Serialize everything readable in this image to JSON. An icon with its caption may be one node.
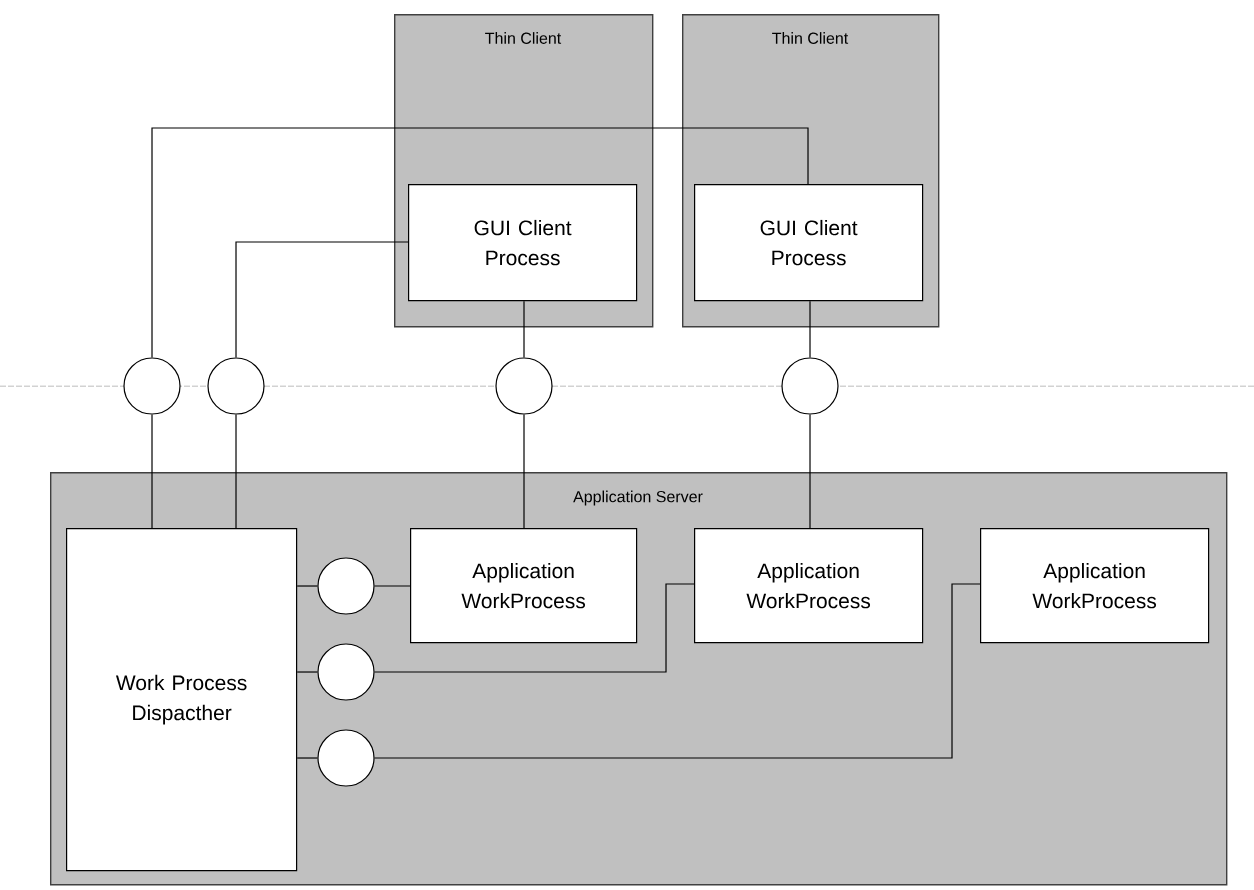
{
  "diagram": {
    "nodes": [
      {
        "text": [
          "Thin Client"
        ]
      },
      {
        "text": [
          "GUI Client Process"
        ],
        "in": 0
      },
      {
        "text": [
          "Thin Client"
        ]
      },
      {
        "text": [
          "GUI Client Process"
        ],
        "in": 2
      },
      {
        "text": [
          "Application Server"
        ]
      },
      {
        "text": [
          "Work Process Dispacther"
        ],
        "in": 4
      },
      {
        "text": [
          "Application WorkProcess"
        ],
        "in": 4
      },
      {
        "text": [
          "Application WorkProcess"
        ],
        "in": 4
      },
      {
        "text": [
          "Application WorkProcess"
        ],
        "in": 4
      },
      {
        "text": [],
        "shape": "circle"
      },
      {
        "text": [],
        "shape": "circle"
      },
      {
        "text": [],
        "shape": "circle"
      },
      {
        "text": [],
        "shape": "circle"
      },
      {
        "text": [],
        "shape": "circle",
        "in": 4
      },
      {
        "text": [],
        "shape": "circle",
        "in": 4
      },
      {
        "text": [],
        "shape": "circle",
        "in": 4
      }
    ],
    "edges": [
      {
        "from": 5,
        "to": 9,
        "arrow": "none"
      },
      {
        "from": 9,
        "to": 3,
        "arrow": "none"
      },
      {
        "from": 5,
        "to": 10,
        "arrow": "none"
      },
      {
        "from": 10,
        "to": 1,
        "arrow": "none"
      },
      {
        "from": 1,
        "to": 11,
        "arrow": "none"
      },
      {
        "from": 11,
        "to": 6,
        "arrow": "none"
      },
      {
        "from": 3,
        "to": 12,
        "arrow": "none"
      },
      {
        "from": 12,
        "to": 7,
        "arrow": "none"
      },
      {
        "from": 5,
        "to": 13,
        "arrow": "none"
      },
      {
        "from": 13,
        "to": 6,
        "arrow": "none"
      },
      {
        "from": 5,
        "to": 14,
        "arrow": "none"
      },
      {
        "from": 14,
        "to": 7,
        "arrow": "none"
      },
      {
        "from": 5,
        "to": 15,
        "arrow": "none"
      },
      {
        "from": 15,
        "to": 8,
        "arrow": "none"
      }
    ]
  }
}
